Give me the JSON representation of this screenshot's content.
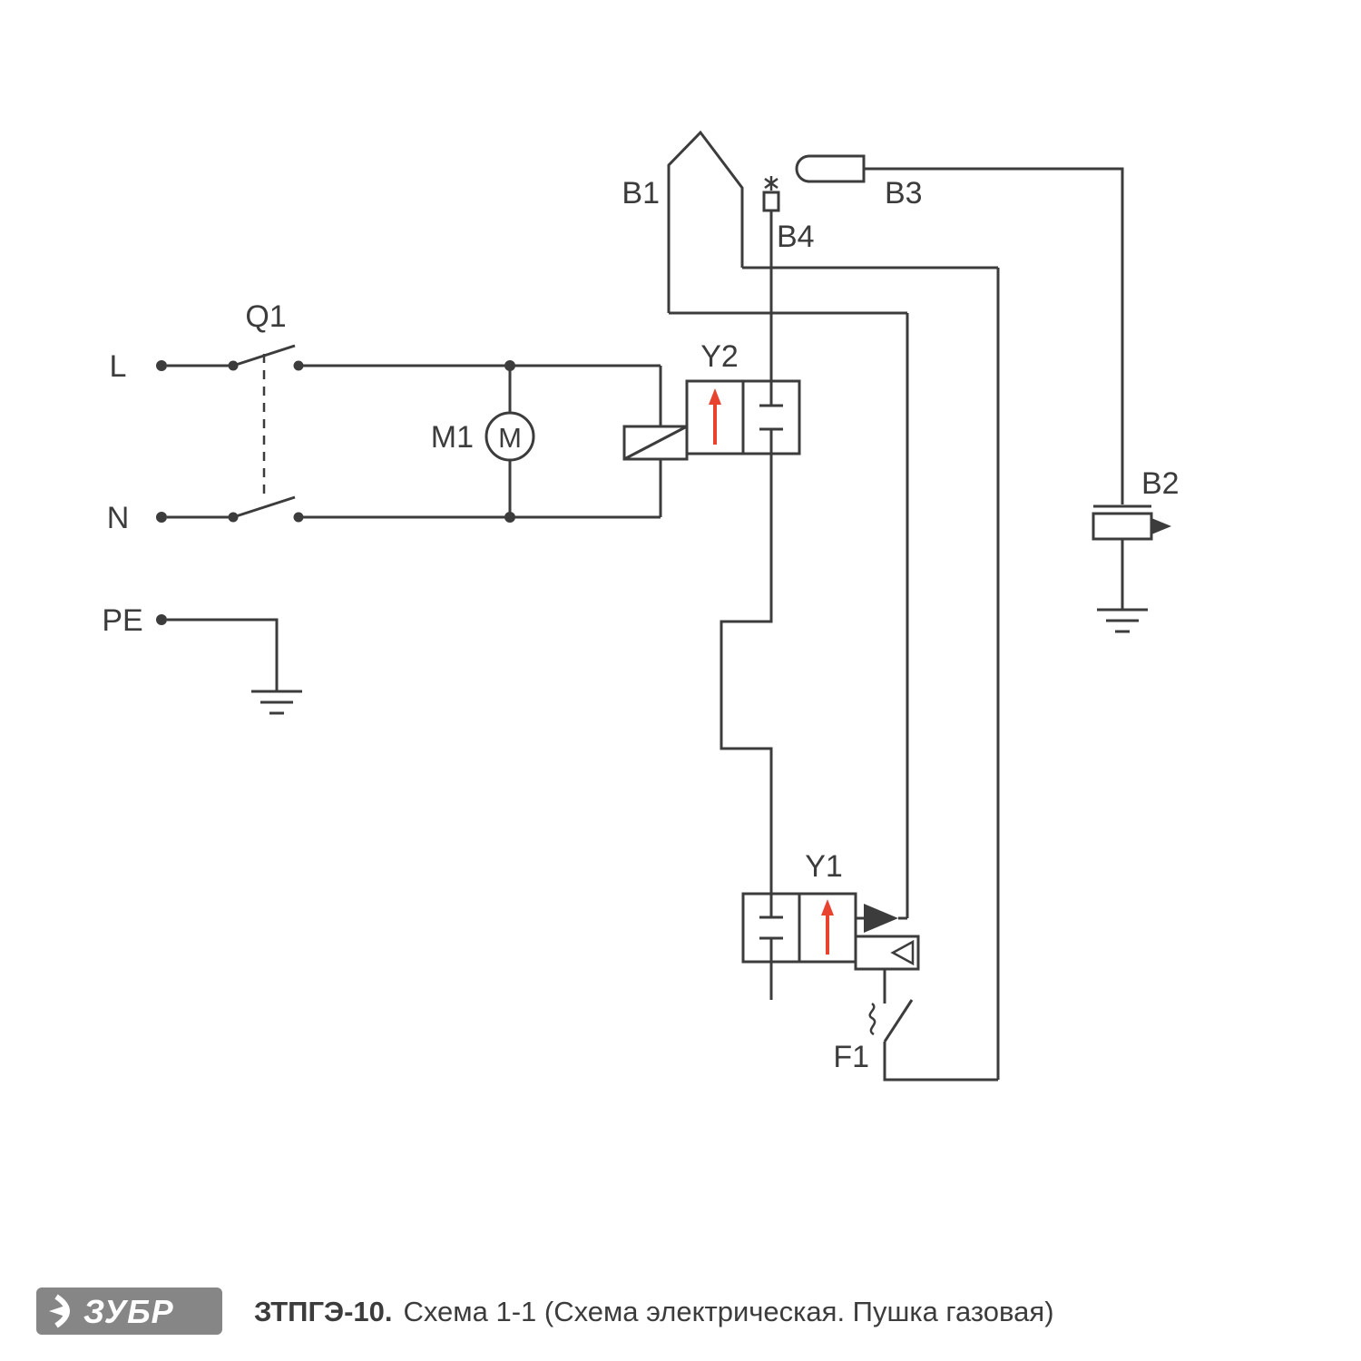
{
  "diagram": {
    "labels": {
      "l": "L",
      "n": "N",
      "pe": "PE",
      "q1": "Q1",
      "m1": "M1",
      "motor": "M",
      "y2": "Y2",
      "y1": "Y1",
      "b1": "B1",
      "b2": "B2",
      "b3": "B3",
      "b4": "B4",
      "f1": "F1"
    },
    "colors": {
      "line": "#3c3c3c",
      "valve_arrow_red": "#e8432f",
      "footer_badge_gray": "#868686",
      "background": "#ffffff"
    }
  },
  "footer": {
    "logo_text": "ЗУБР",
    "title_bold": "ЗТПГЭ-10.",
    "title_rest": "Схема 1-1 (Схема электрическая. Пушка газовая)"
  }
}
